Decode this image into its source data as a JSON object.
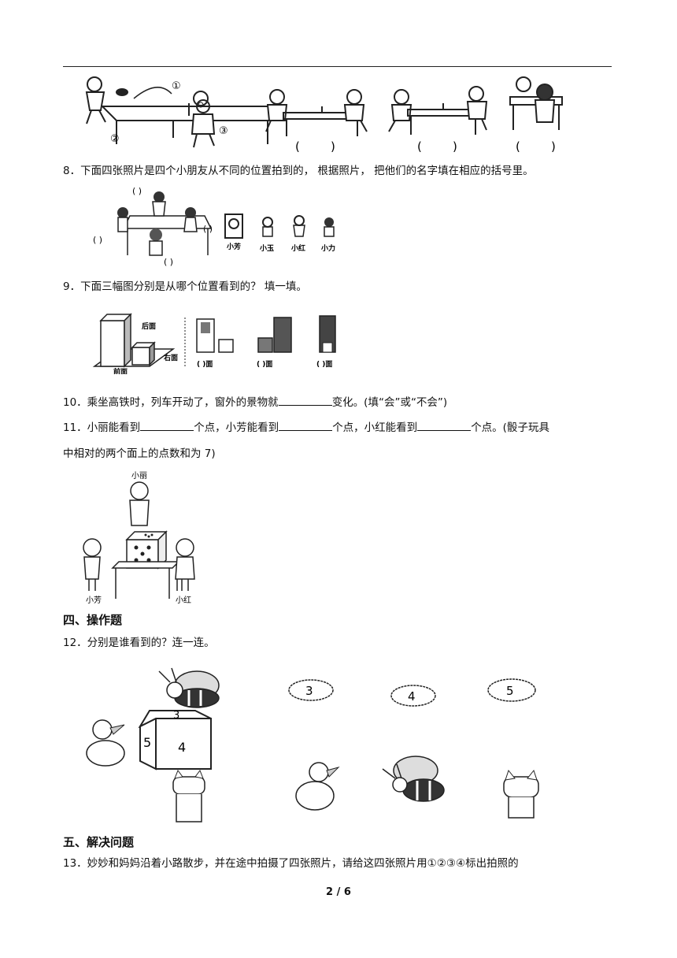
{
  "q7": {
    "labels": [
      "①",
      "②",
      "③"
    ],
    "blanks": [
      "(",
      ")",
      "(",
      ")",
      "(",
      ")"
    ]
  },
  "q8": {
    "text": "8．下面四张照片是四个小朋友从不同的位置拍到的， 根据照片， 把他们的名字填在相应的括号里。",
    "paren": "( )",
    "names": [
      "小芳",
      "小玉",
      "小红",
      "小力"
    ]
  },
  "q9": {
    "text": "9．下面三幅图分别是从哪个位置看到的？ 填一填。",
    "labels": {
      "back": "后面",
      "right": "右面",
      "front": "前面"
    },
    "blanks": [
      "( )面",
      "( )面",
      "( )面"
    ]
  },
  "q10": {
    "before": "10．乘坐高铁时，列车开动了，窗外的景物就",
    "after": "变化。(填“会”或“不会”)"
  },
  "q11": {
    "p1": "11．小丽能看到",
    "p2": "个点，小芳能看到",
    "p3": "个点，小红能看到",
    "p4": "个点。(骰子玩具",
    "line2": "中相对的两个面上的点数和为 7)",
    "names": {
      "top": "小丽",
      "left": "小芳",
      "right": "小红"
    }
  },
  "section4": {
    "title": "四、操作题"
  },
  "q12": {
    "text": "12．分别是谁看到的？连一连。",
    "box_faces": [
      "3",
      "5",
      "4"
    ],
    "clouds": [
      "3",
      "4",
      "5"
    ]
  },
  "section5": {
    "title": "五、解决问题"
  },
  "q13": {
    "text": "13．妙妙和妈妈沿着小路散步，并在途中拍摄了四张照片，请给这四张照片用①②③④标出拍照的"
  },
  "footer": {
    "page": "2 / 6"
  }
}
